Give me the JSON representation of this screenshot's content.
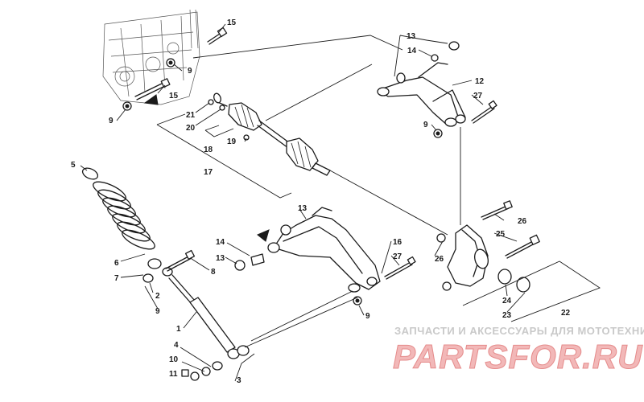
{
  "callouts": {
    "c1": "1",
    "c2": "2",
    "c3": "3",
    "c4": "4",
    "c5": "5",
    "c6": "6",
    "c7": "7",
    "c8": "8",
    "c9a": "9",
    "c9b": "9",
    "c9c": "9",
    "c9d": "9",
    "c9e": "9",
    "c10": "10",
    "c11": "11",
    "c12": "12",
    "c13a": "13",
    "c13b": "13",
    "c13c": "13",
    "c14a": "14",
    "c14b": "14",
    "c15a": "15",
    "c15b": "15",
    "c16": "16",
    "c17": "17",
    "c18": "18",
    "c19": "19",
    "c20": "20",
    "c21": "21",
    "c22": "22",
    "c23": "23",
    "c24": "24",
    "c25": "25",
    "c26a": "26",
    "c26b": "26",
    "c27a": "27",
    "c27b": "27"
  },
  "watermark": {
    "tagline": "ЗАПЧАСТИ И АКСЕССУАРЫ ДЛЯ МОТОТЕХНИКИ",
    "logo": "PARTSFOR.RU"
  }
}
